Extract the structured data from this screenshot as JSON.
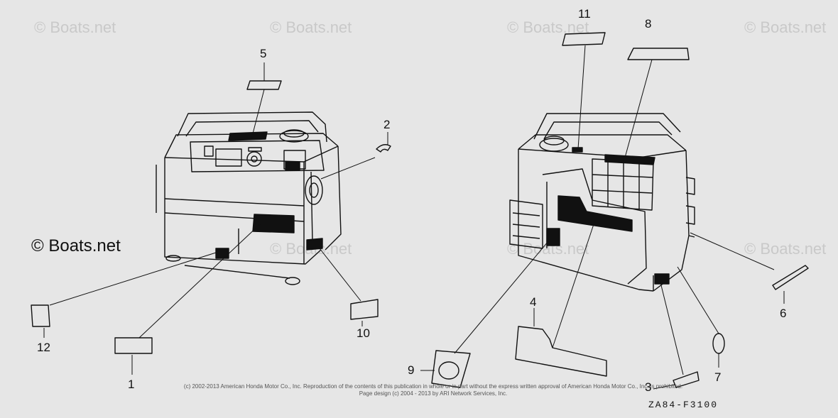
{
  "watermarks": {
    "text": "© Boats.net",
    "primary": "© Boats.net"
  },
  "callouts": {
    "n1": "1",
    "n2": "2",
    "n3": "3",
    "n4": "4",
    "n5": "5",
    "n6": "6",
    "n7": "7",
    "n8": "8",
    "n9": "9",
    "n10": "10",
    "n11": "11",
    "n12": "12"
  },
  "footer": {
    "copyright_line1": "(c) 2002-2013 American Honda Motor Co., Inc. Reproduction of the contents of this publication in whole or in part without the express written approval of American Honda Motor Co., Inc. is prohibited.",
    "copyright_line2": "Page design (c) 2004 - 2013 by ARI Network Services, Inc.",
    "diagram_code": "ZA84-F3100"
  }
}
